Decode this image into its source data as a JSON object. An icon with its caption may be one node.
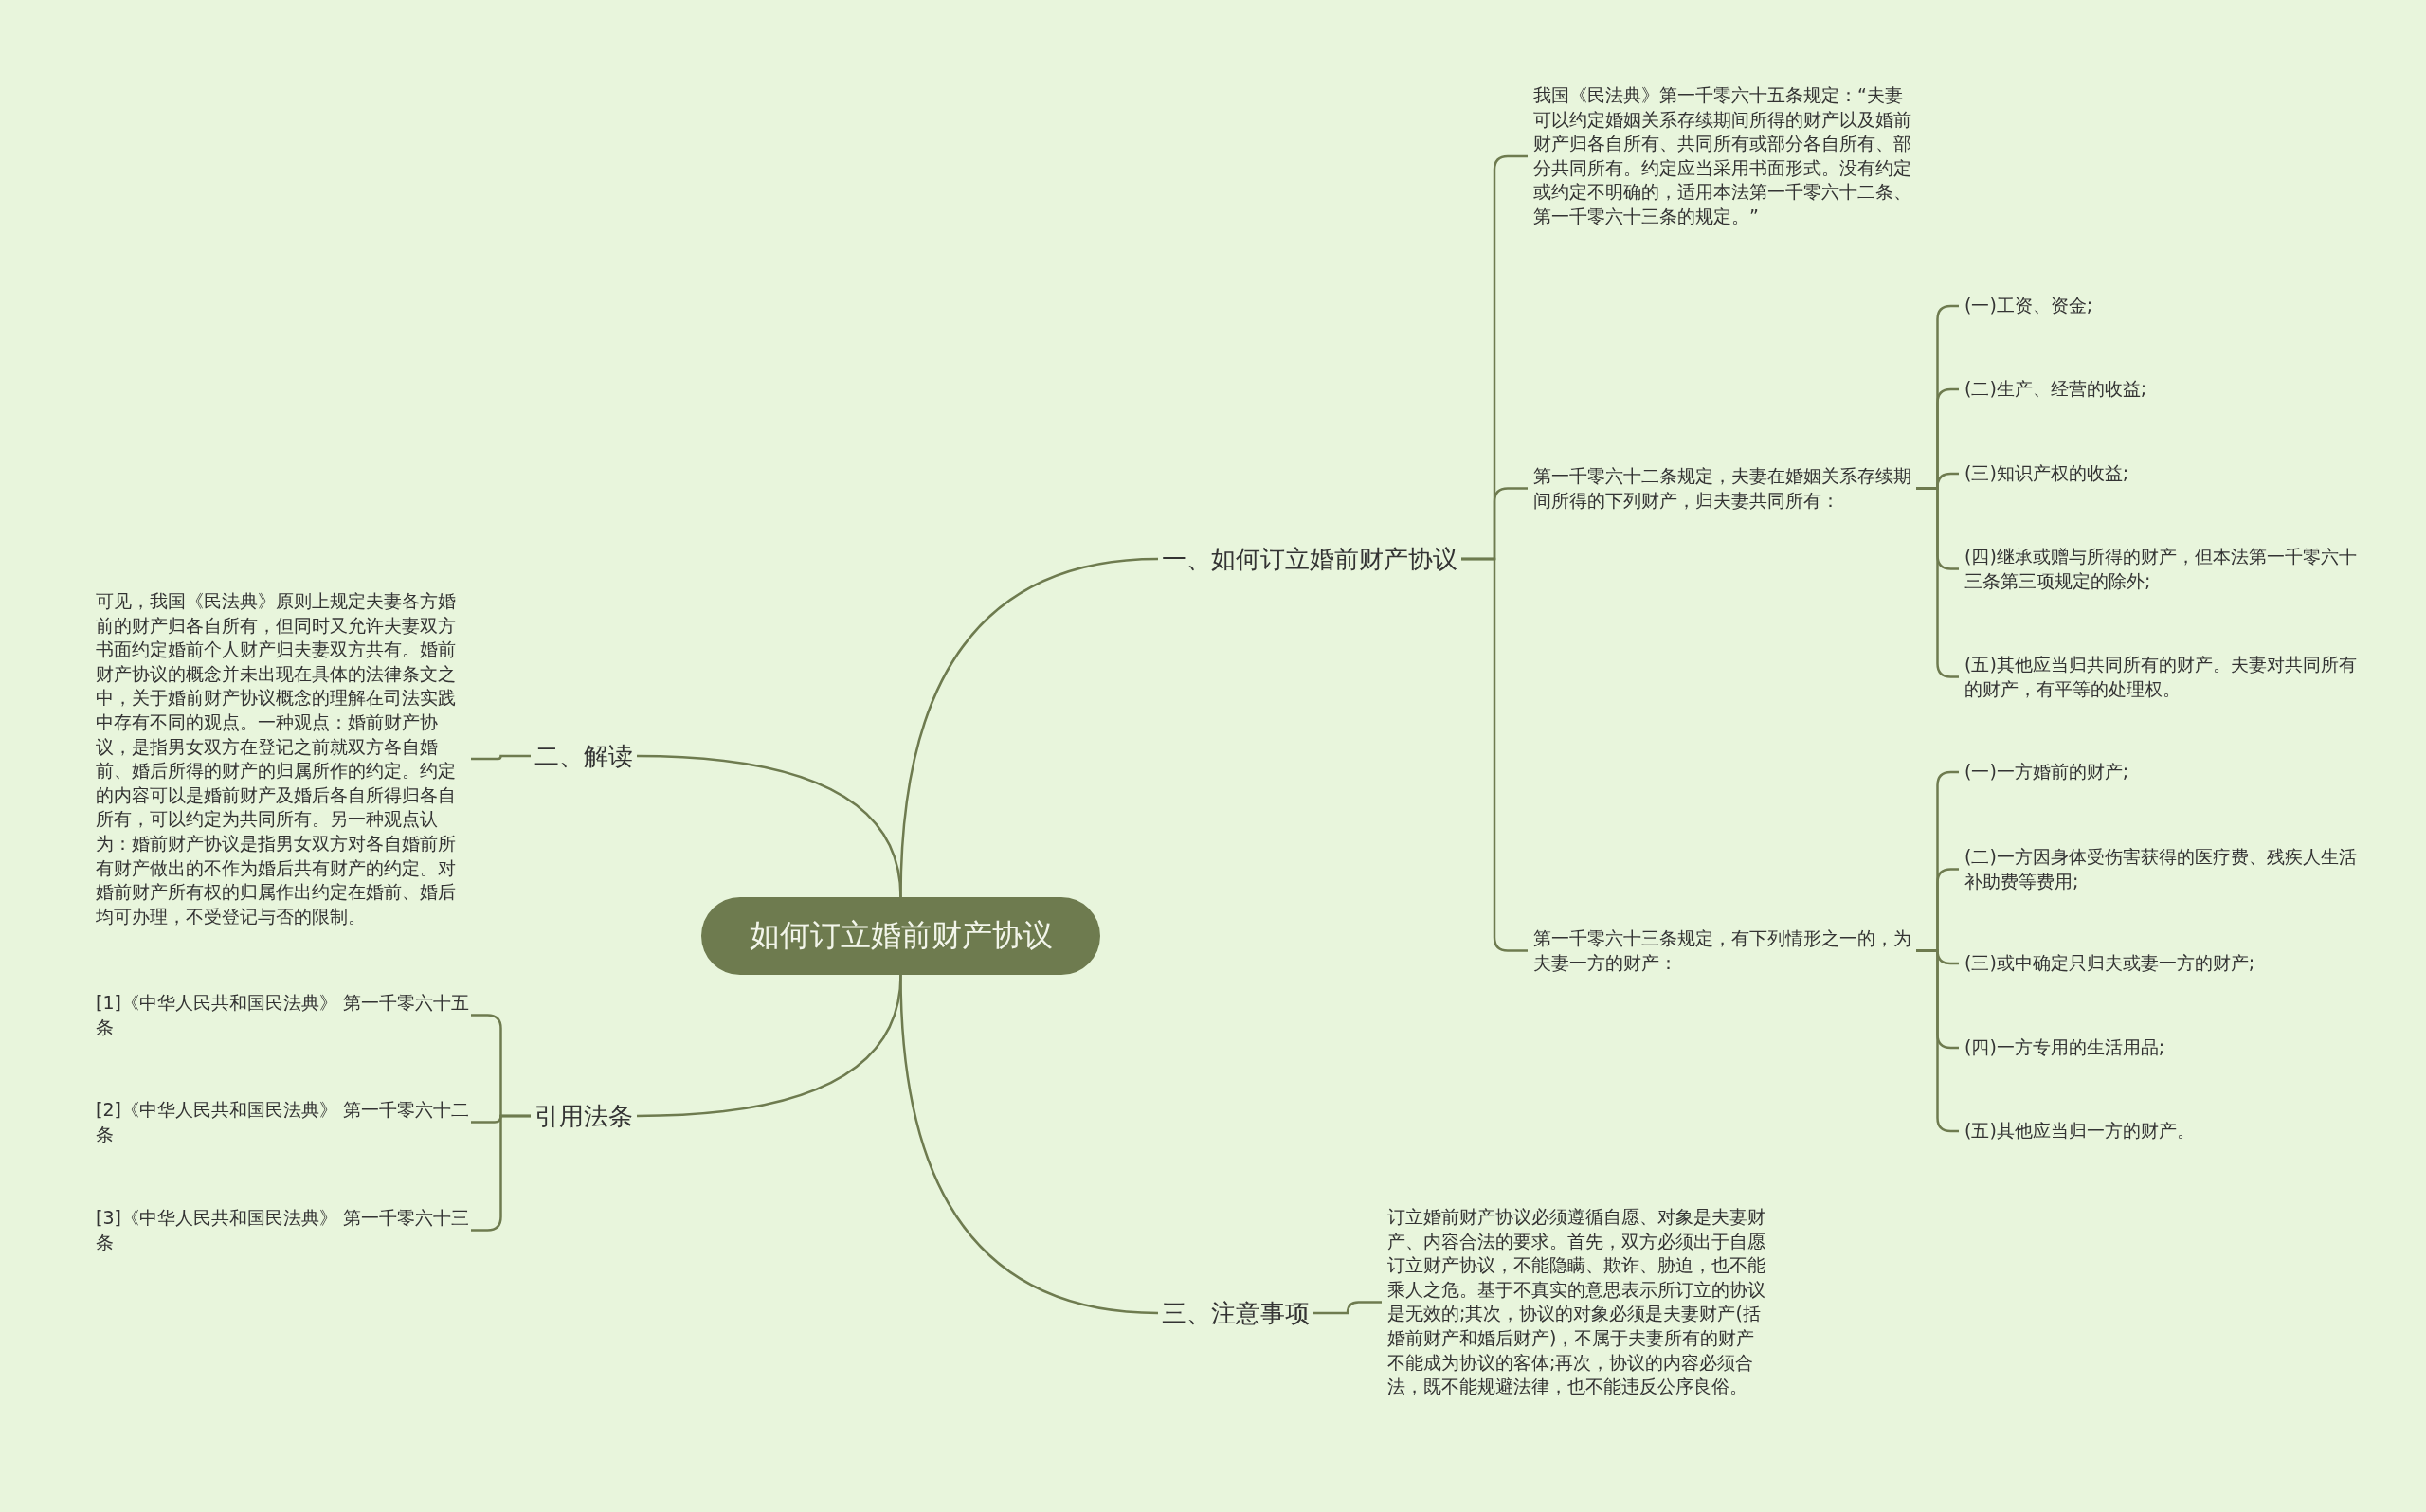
{
  "diagram": {
    "nodes": [
      {
        "text": [
          "如何订立婚前财产协议"
        ]
      },
      {
        "text": [
          "一、如何订立婚前财产协议"
        ]
      },
      {
        "text": [
          "我国《民法典》第一千零六十五条规定：“夫妻可以约定婚姻关系存续期间所得的财产以及婚前财产归各自所有、共同所有或部分各自所有、部分共同所有。约定应当采用书面形式。没有约定或约定不明确的，适用本法第一千零六十二条、第一千零六十三条的规定。”"
        ]
      },
      {
        "text": [
          "第一千零六十二条规定，夫妻在婚姻关系存续期间所得的下列财产，归夫妻共同所有："
        ]
      },
      {
        "text": [
          "(一)工资、资金;"
        ]
      },
      {
        "text": [
          "(二)生产、经营的收益;"
        ]
      },
      {
        "text": [
          "(三)知识产权的收益;"
        ]
      },
      {
        "text": [
          "(四)继承或赠与所得的财产，但本法第一千零六十三条第三项规定的除外;"
        ]
      },
      {
        "text": [
          "(五)其他应当归共同所有的财产。夫妻对共同所有的财产，有平等的处理权。"
        ]
      },
      {
        "text": [
          "第一千零六十三条规定，有下列情形之一的，为夫妻一方的财产："
        ]
      },
      {
        "text": [
          "(一)一方婚前的财产;"
        ]
      },
      {
        "text": [
          "(二)一方因身体受伤害获得的医疗费、残疾人生活补助费等费用;"
        ]
      },
      {
        "text": [
          "(三)或中确定只归夫或妻一方的财产;"
        ]
      },
      {
        "text": [
          "(四)一方专用的生活用品;"
        ]
      },
      {
        "text": [
          "(五)其他应当归一方的财产。"
        ]
      },
      {
        "text": [
          "三、注意事项"
        ]
      },
      {
        "text": [
          "订立婚前财产协议必须遵循自愿、对象是夫妻财产、内容合法的要求。首先，双方必须出于自愿订立财产协议，不能隐瞒、欺诈、胁迫，也不能乘人之危。基于不真实的意思表示所订立的协议是无效的;其次，协议的对象必须是夫妻财产(括婚前财产和婚后财产)，不属于夫妻所有的财产不能成为协议的客体;再次，协议的内容必须合法，既不能规避法律，也不能违反公序良俗。"
        ]
      },
      {
        "text": [
          "二、解读"
        ]
      },
      {
        "text": [
          "可见，我国《民法典》原则上规定夫妻各方婚前的财产归各自所有，但同时又允许夫妻双方书面约定婚前个人财产归夫妻双方共有。婚前财产协议的概念并未出现在具体的法律条文之中，关于婚前财产协议概念的理解在司法实践中存有不同的观点。一种观点：婚前财产协议，是指男女双方在登记之前就双方各自婚前、婚后所得的财产的归属所作的约定。约定的内容可以是婚前财产及婚后各自所得归各自所有，可以约定为共同所有。另一种观点认为：婚前财产协议是指男女双方对各自婚前所有财产做出的不作为婚后共有财产的约定。对婚前财产所有权的归属作出约定在婚前、婚后均可办理，不受登记与否的限制。"
        ]
      },
      {
        "text": [
          "引用法条"
        ]
      },
      {
        "text": [
          "[1]《中华人民共和国民法典》 第一千零六十五条"
        ]
      },
      {
        "text": [
          "[2]《中华人民共和国民法典》 第一千零六十二条"
        ]
      },
      {
        "text": [
          "[3]《中华人民共和国民法典》 第一千零六十三条"
        ]
      }
    ],
    "edges": [
      {
        "from": 0,
        "to": 1,
        "arrow": "none"
      },
      {
        "from": 1,
        "to": 2,
        "arrow": "none"
      },
      {
        "from": 1,
        "to": 3,
        "arrow": "none"
      },
      {
        "from": 3,
        "to": 4,
        "arrow": "none"
      },
      {
        "from": 3,
        "to": 5,
        "arrow": "none"
      },
      {
        "from": 3,
        "to": 6,
        "arrow": "none"
      },
      {
        "from": 3,
        "to": 7,
        "arrow": "none"
      },
      {
        "from": 3,
        "to": 8,
        "arrow": "none"
      },
      {
        "from": 1,
        "to": 9,
        "arrow": "none"
      },
      {
        "from": 9,
        "to": 10,
        "arrow": "none"
      },
      {
        "from": 9,
        "to": 11,
        "arrow": "none"
      },
      {
        "from": 9,
        "to": 12,
        "arrow": "none"
      },
      {
        "from": 9,
        "to": 13,
        "arrow": "none"
      },
      {
        "from": 9,
        "to": 14,
        "arrow": "none"
      },
      {
        "from": 0,
        "to": 15,
        "arrow": "none"
      },
      {
        "from": 15,
        "to": 16,
        "arrow": "none"
      },
      {
        "from": 0,
        "to": 17,
        "arrow": "none"
      },
      {
        "from": 17,
        "to": 18,
        "arrow": "none"
      },
      {
        "from": 0,
        "to": 19,
        "arrow": "none"
      },
      {
        "from": 19,
        "to": 20,
        "arrow": "none"
      },
      {
        "from": 19,
        "to": 21,
        "arrow": "none"
      },
      {
        "from": 19,
        "to": 22,
        "arrow": "none"
      }
    ]
  }
}
